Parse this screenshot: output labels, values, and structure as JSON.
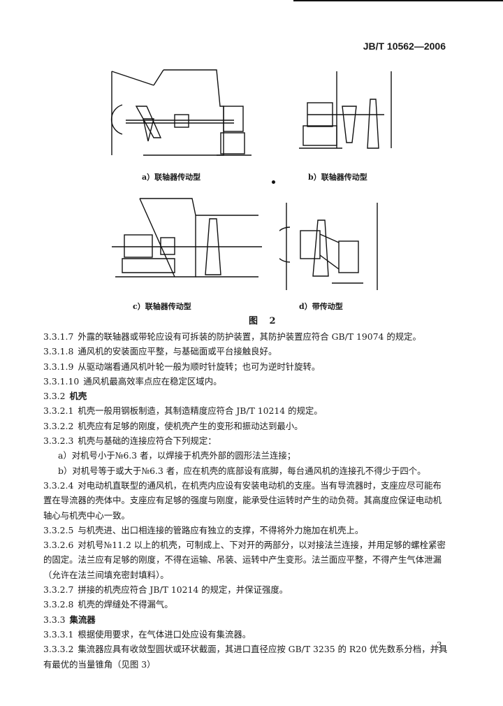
{
  "header": {
    "standard_no": "JB/T 10562—2006"
  },
  "figure": {
    "title": "图  2",
    "captions": {
      "a": "a）联轴器传动型",
      "b": "b）联轴器传动型",
      "c": "c）联轴器传动型",
      "d": "d）带传动型"
    }
  },
  "clauses": [
    {
      "num": "3.3.1.7",
      "pre": "外露的联轴器或带轮应设有可拆装的防护装置，其防护装置应符合 GB/T 19074 的规定。"
    },
    {
      "num": "3.3.1.8",
      "pre": "通风机的安装面应平整，与基础面或平台接触良好。"
    },
    {
      "num": "3.3.1.9",
      "pre": "从驱动端看通风机叶轮一般为顺时针旋转；也可为逆时针旋转。"
    },
    {
      "num": "3.3.1.10",
      "pre": "通风机最高效率点应在稳定区域内。"
    },
    {
      "num": "3.3.2",
      "pre": "机壳"
    },
    {
      "num": "3.3.2.1",
      "pre": "机壳一般用钢板制造，其制造精度应符合 JB/T 10214 的规定。"
    },
    {
      "num": "3.3.2.2",
      "pre": "机壳应有足够的刚度，使机壳产生的变形和振动达到最小。"
    },
    {
      "num": "3.3.2.3",
      "pre": "机壳与基础的连接应符合下列规定："
    },
    {
      "num": "",
      "pre": "a）对机号小于№6.3 者，以焊接于机壳外部的圆形法兰连接；"
    },
    {
      "num": "",
      "pre": "b）对机号等于或大于№6.3 者，应在机壳的底部设有底脚，每台通风机的连接孔不得少于四个。"
    },
    {
      "num": "3.3.2.4",
      "pre": "对电动机直联型的通风机，在机壳内应设有安装电动机的支座。当有导流器时，支座应尽可能布置在导流器的壳体中。支座应有足够的强度与刚度，能承受住运转时产生的动负荷。其高度应保证电动机轴心与机壳中心一致。"
    },
    {
      "num": "3.3.2.5",
      "pre": "与机壳进、出口相连接的管路应有独立的支撑，不得将外力施加在机壳上。"
    },
    {
      "num": "3.3.2.6",
      "pre": "对机号№11.2 以上的机壳，可制成上、下对开的两部分，以对接法兰连接，并用足够的螺栓紧密的固定。法兰应有足够的刚度，不得在运输、吊装、运转中产生变形。法兰面应平整，不得产生气体泄漏（允许在法兰间填充密封填料）。"
    },
    {
      "num": "3.3.2.7",
      "pre": "拼接的机壳应符合 JB/T 10214 的规定，并保证强度。"
    },
    {
      "num": "3.3.2.8",
      "pre": "机壳的焊缝处不得漏气。"
    },
    {
      "num": "3.3.3",
      "pre": "集流器"
    },
    {
      "num": "3.3.3.1",
      "pre": "根据使用要求，在气体进口处应设有集流器。"
    },
    {
      "num": "3.3.3.2",
      "pre": "集流器应具有收敛型圆状或环状截面，其进口直径应按 GB/T 3235 的 R20 优先数系分档，并具有最优的当量锥角（见图 3）"
    }
  ],
  "page_number": "3"
}
